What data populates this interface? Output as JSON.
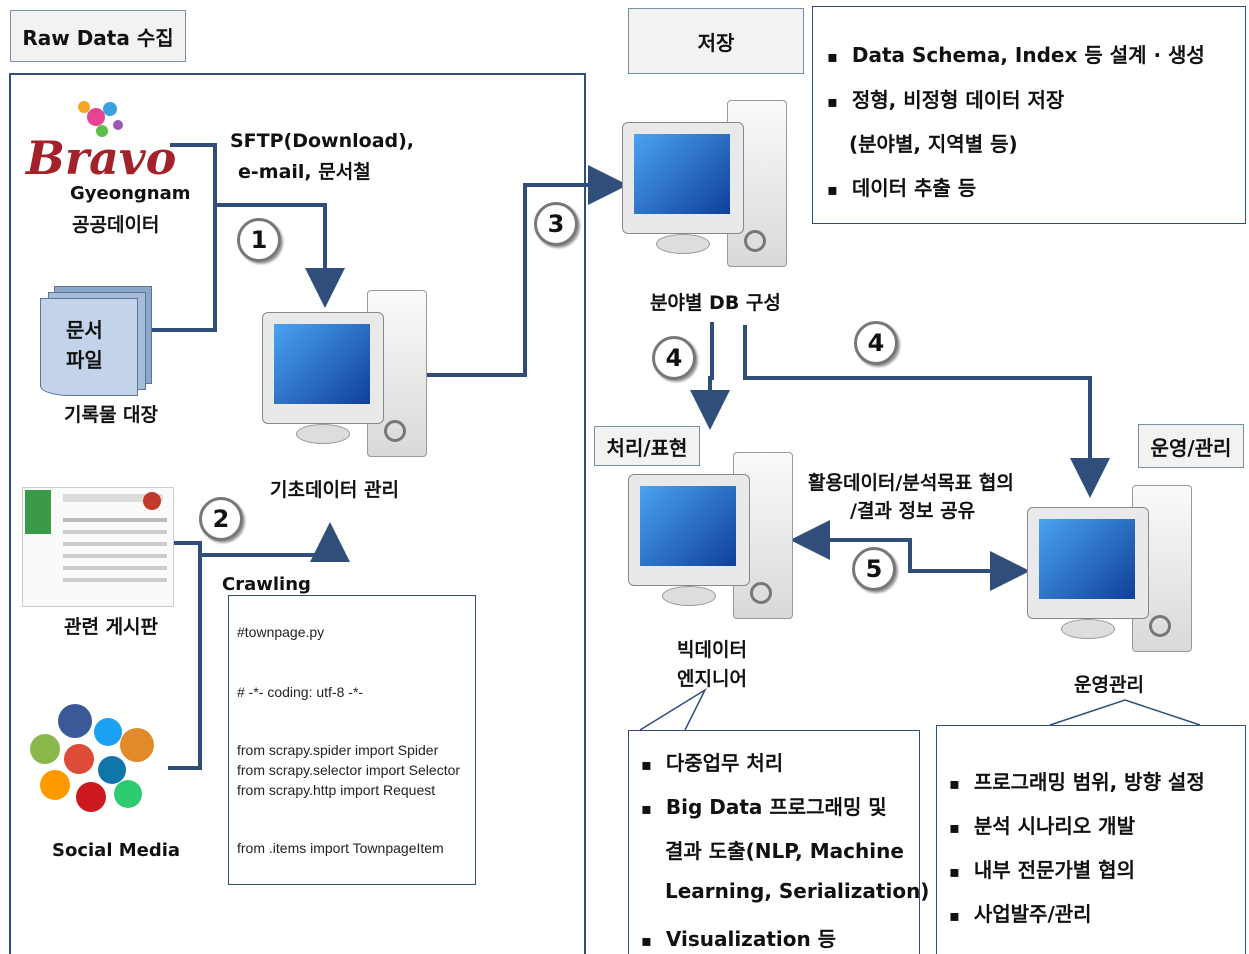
{
  "sections": {
    "raw_data": "Raw Data 수집",
    "storage": "저장",
    "processing": "처리/표현",
    "operation": "운영/관리"
  },
  "sources": {
    "bravo_logo_text": "Bravo",
    "gyeongnam": "Gyeongnam",
    "public_data": "공공데이터",
    "doc_file": [
      "문서",
      "파일"
    ],
    "record_ledger": "기록물 대장",
    "board": "관련 게시판",
    "social_media": "Social Media"
  },
  "flows": {
    "sftp": [
      "SFTP(Download),",
      "e-mail, 문서철"
    ],
    "crawling": "Crawling",
    "share": [
      "활용데이터/분석목표 협의",
      "/결과 정보 공유"
    ]
  },
  "steps": [
    "1",
    "2",
    "3",
    "4",
    "4",
    "5"
  ],
  "nodes": {
    "base_data": "기초데이터 관리",
    "db": "분야별 DB 구성",
    "engineer": [
      "빅데이터",
      "엔지니어"
    ],
    "ops": "운영관리"
  },
  "code_lines": [
    "#townpage.py",
    "# -*- coding: utf-8 -*-",
    "from scrapy.spider import Spider",
    "from scrapy.selector import Selector",
    "from scrapy.http import Request",
    "from .items import TownpageItem"
  ],
  "storage_notes": {
    "b1": "Data Schema, Index 등 설계 · 생성",
    "b2": "정형, 비정형 데이터 저장",
    "b2_cont": "(분야별, 지역별 등)",
    "b3": "데이터 추출 등"
  },
  "processing_notes": {
    "b1": "다중업무 처리",
    "b2": "Big Data 프로그래밍 및",
    "b2_cont1": "결과 도출(NLP, Machine",
    "b2_cont2": "Learning, Serialization)",
    "b3": "Visualization 등"
  },
  "ops_notes": [
    "프로그래밍 범위, 방향 설정",
    "분석 시나리오 개발",
    "내부 전문가별 협의",
    "사업발주/관리"
  ],
  "colors": {
    "line": "#2f4f7a",
    "screen": "#1f5fb0",
    "monitor": "#e9e9e9"
  }
}
